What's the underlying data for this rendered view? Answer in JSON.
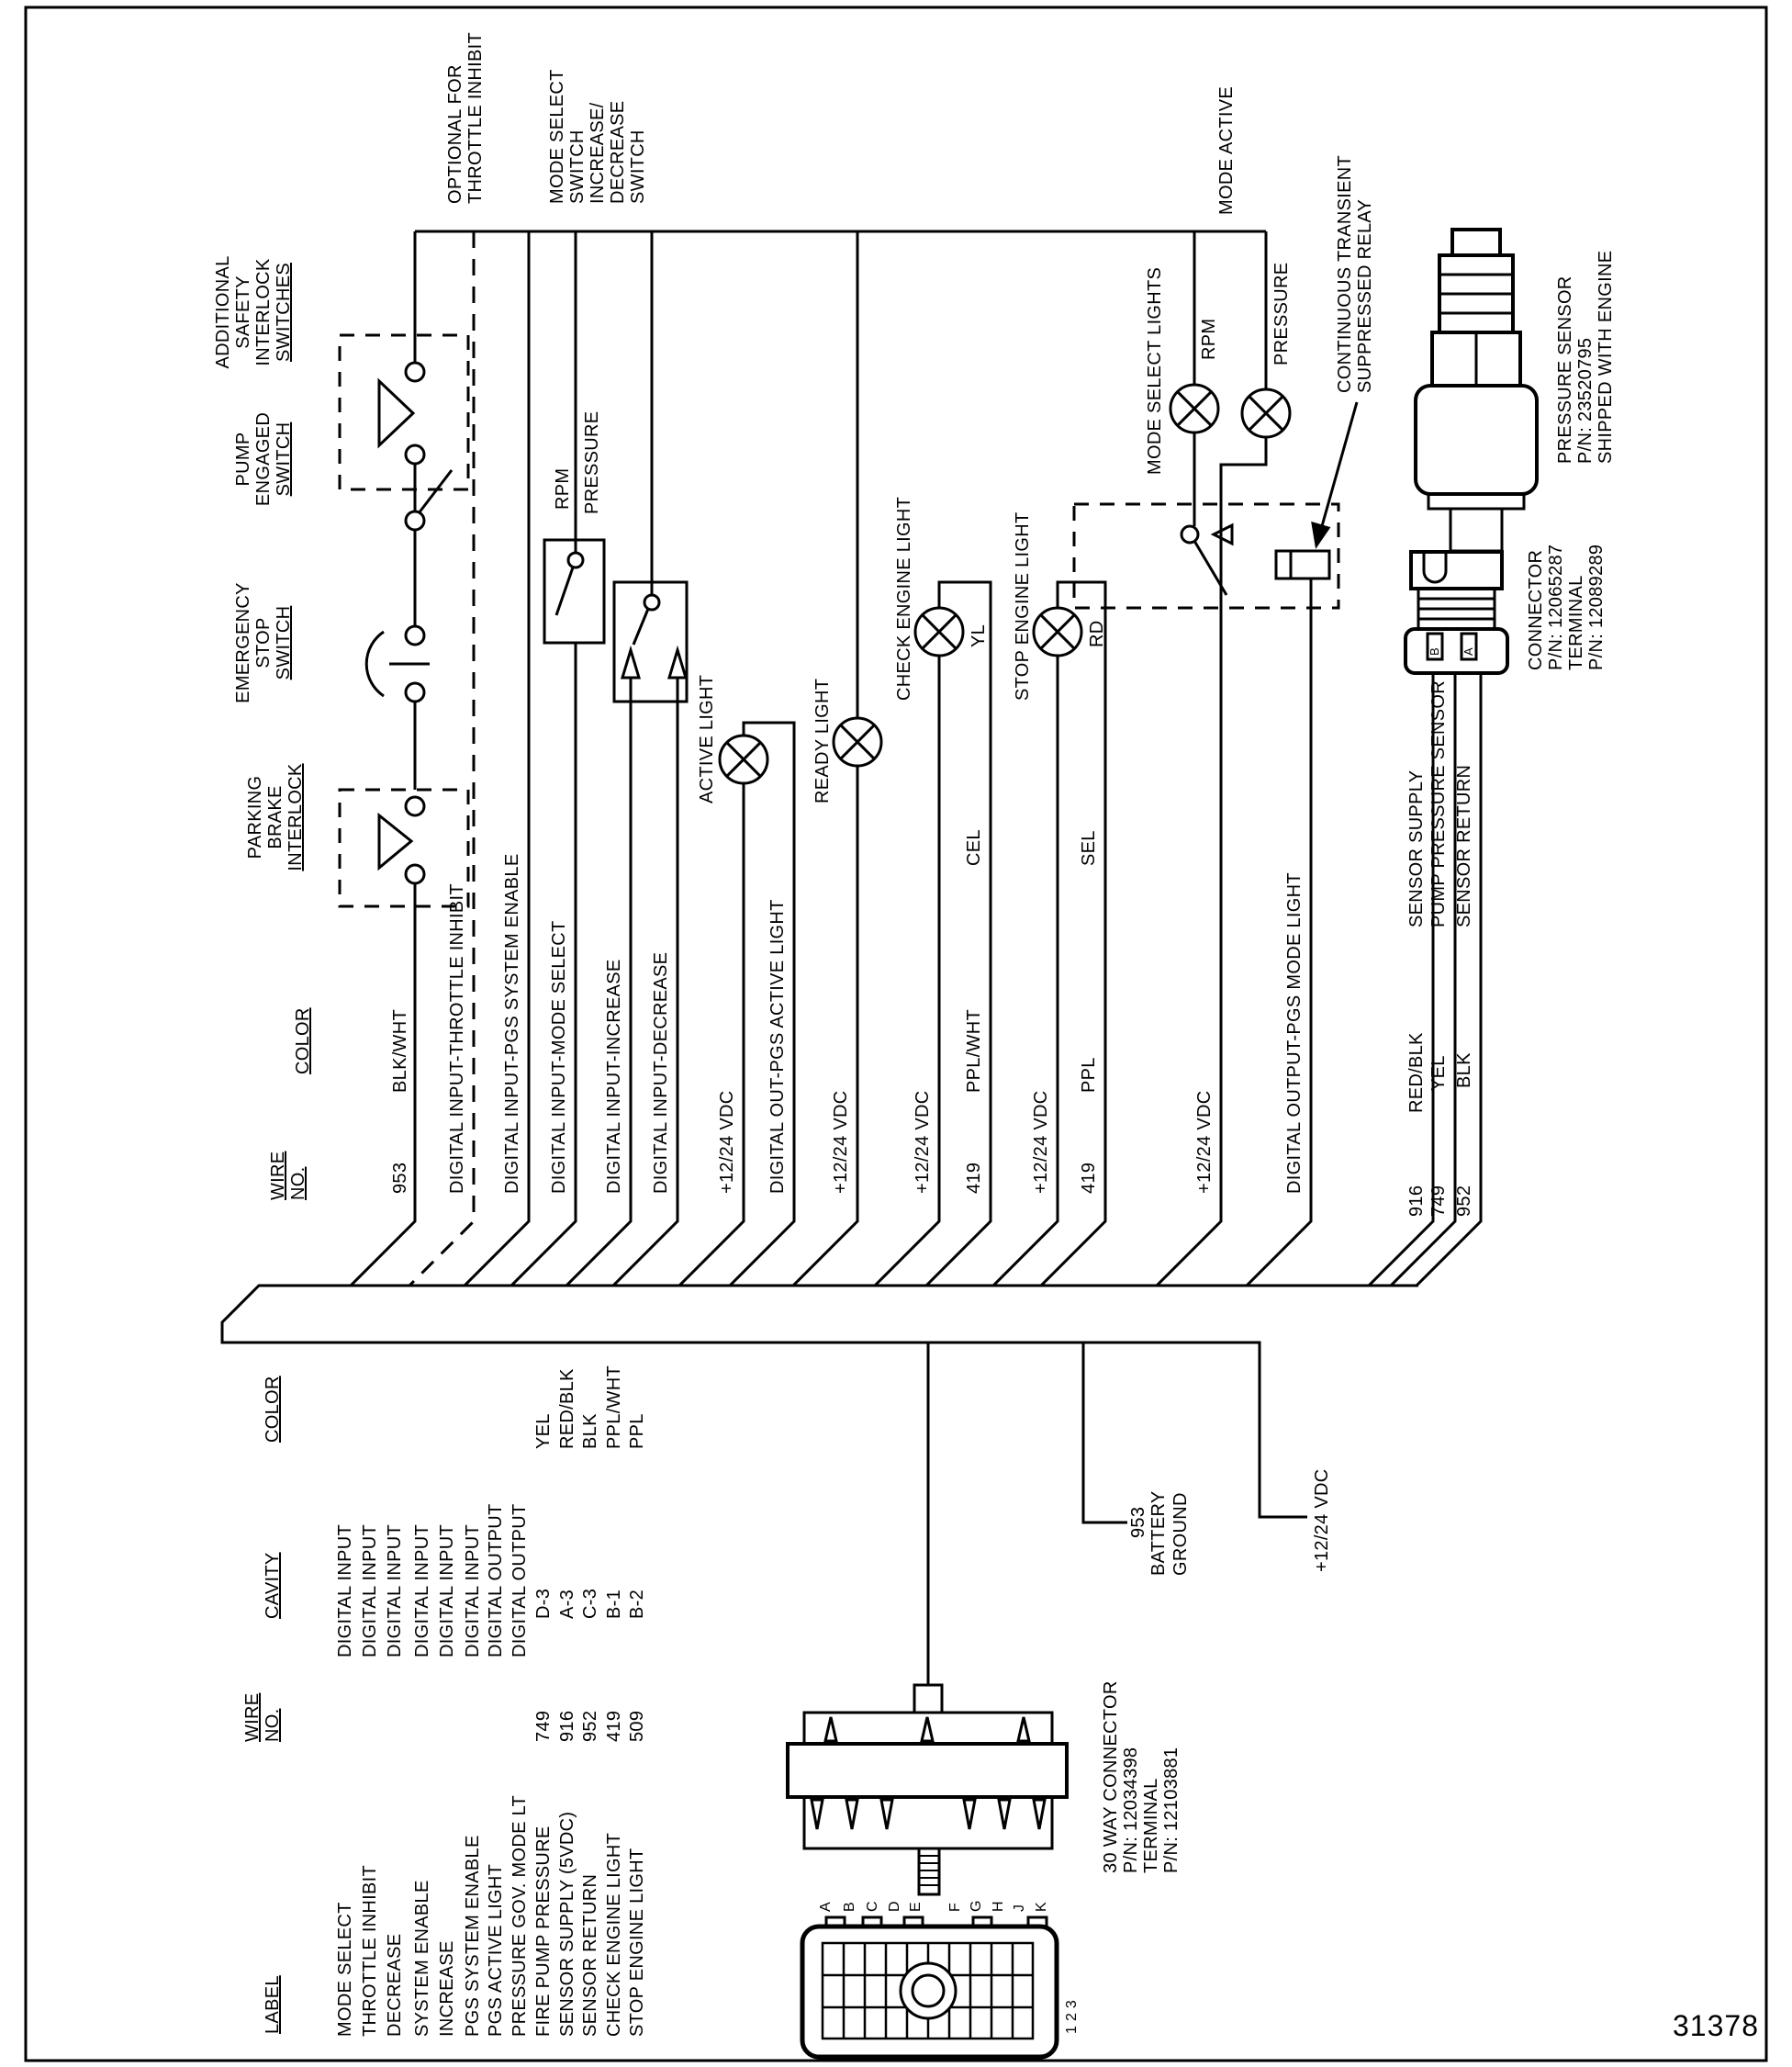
{
  "page": {
    "number": "31378"
  },
  "top": {
    "optional": [
      "OPTIONAL FOR",
      "THROTTLE INHIBIT"
    ],
    "mode_select_switch": [
      "MODE SELECT",
      "SWITCH",
      "INCREASE/",
      "DECREASE",
      "SWITCH"
    ],
    "rpm": "RPM",
    "pressure": "PRESSURE",
    "mode_active": "MODE ACTIVE",
    "mode_select_lights": "MODE SELECT LIGHTS",
    "relay": [
      "CONTINUOUS TRANSIENT",
      "SUPPRESSED RELAY"
    ]
  },
  "chain": {
    "additional": [
      "ADDITIONAL",
      "SAFETY",
      "INTERLOCK",
      "SWITCHES"
    ],
    "pump": [
      "PUMP",
      "ENGAGED",
      "SWITCH"
    ],
    "estop": [
      "EMERGENCY",
      "STOP",
      "SWITCH"
    ],
    "parking": [
      "PARKING",
      "BRAKE",
      "INTERLOCK"
    ]
  },
  "headers": {
    "wire": "WIRE",
    "no": "NO.",
    "color": "COLOR"
  },
  "wirelabels": {
    "n953": "953",
    "blkwht": "BLK/WHT",
    "ti": "DIGITAL INPUT-THROTTLE INHIBIT",
    "se": "DIGITAL INPUT-PGS SYSTEM ENABLE",
    "ms": "DIGITAL INPUT-MODE SELECT",
    "inc": "DIGITAL INPUT-INCREASE",
    "dec": "DIGITAL INPUT-DECREASE",
    "vdc": "+12/24 VDC",
    "outactive": "DIGITAL OUT-PGS ACTIVE LIGHT",
    "outmode": "DIGITAL OUTPUT-PGS MODE LIGHT",
    "n419": "419",
    "pplwht": "PPL/WHT",
    "ppl": "PPL",
    "cel": "CEL",
    "sel": "SEL",
    "yl": "YL",
    "rd": "RD"
  },
  "lights": {
    "active": "ACTIVE LIGHT",
    "ready": "READY LIGHT",
    "check": "CHECK ENGINE LIGHT",
    "stop": "STOP ENGINE LIGHT"
  },
  "sensor": {
    "block": [
      "PRESSURE SENSOR",
      "P/N: 23520795",
      "SHIPPED WITH ENGINE"
    ],
    "conn": [
      "CONNECTOR",
      "P/N: 12065287",
      "TERMINAL",
      "P/N: 12089289"
    ],
    "supply": "SENSOR SUPPLY",
    "pump": "PUMP PRESSURE SENSOR",
    "return": "SENSOR RETURN",
    "n916": "916",
    "n749": "749",
    "n952": "952",
    "redblk": "RED/BLK",
    "yel": "YEL",
    "blk": "BLK",
    "pin_b": "B",
    "pin_a": "A"
  },
  "power": {
    "gnd_no": "953",
    "gnd_1": "BATTERY",
    "gnd_2": "GROUND",
    "vdc": "+12/24 VDC"
  },
  "conn30": {
    "block": [
      "30 WAY CONNECTOR",
      "P/N: 12034398",
      "TERMINAL",
      "P/N: 12103881"
    ],
    "pins": [
      "A",
      "B",
      "C",
      "D",
      "E",
      "F",
      "G",
      "H",
      "J",
      "K"
    ],
    "nums": "1   2   3"
  },
  "table": {
    "headers": {
      "label": "LABEL",
      "cavity": "CAVITY",
      "color": "COLOR",
      "wire": "WIRE",
      "no": "NO."
    },
    "rows": [
      {
        "label": "MODE SELECT",
        "cavity": "DIGITAL INPUT"
      },
      {
        "label": "THROTTLE INHIBIT",
        "cavity": "DIGITAL INPUT"
      },
      {
        "label": "DECREASE",
        "cavity": "DIGITAL INPUT"
      },
      {
        "label": "SYSTEM ENABLE",
        "cavity": "DIGITAL INPUT"
      },
      {
        "label": "INCREASE",
        "cavity": "DIGITAL INPUT"
      },
      {
        "label": "PGS SYSTEM ENABLE",
        "cavity": "DIGITAL INPUT"
      },
      {
        "label": "PGS ACTIVE LIGHT",
        "cavity": "DIGITAL OUTPUT"
      },
      {
        "label": "PRESSURE GOV. MODE LT",
        "cavity": "DIGITAL OUTPUT"
      },
      {
        "label": "FIRE PUMP PRESSURE",
        "cavity": "D-3",
        "wire": "749",
        "color": "YEL"
      },
      {
        "label": "SENSOR SUPPLY (5VDC)",
        "cavity": "A-3",
        "wire": "916",
        "color": "RED/BLK"
      },
      {
        "label": "SENSOR RETURN",
        "cavity": "C-3",
        "wire": "952",
        "color": "BLK"
      },
      {
        "label": "CHECK ENGINE LIGHT",
        "cavity": "B-1",
        "wire": "419",
        "color": "PPL/WHT"
      },
      {
        "label": "STOP ENGINE LIGHT",
        "cavity": "B-2",
        "wire": "509",
        "color": "PPL"
      }
    ]
  }
}
